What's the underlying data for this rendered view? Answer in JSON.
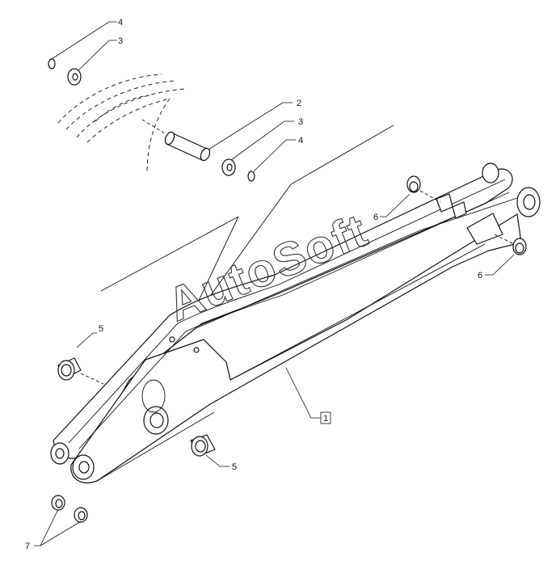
{
  "watermark": "AutoSoft",
  "callouts": {
    "c1": "1",
    "c2": "2",
    "c3a": "3",
    "c3b": "3",
    "c4a": "4",
    "c4b": "4",
    "c5a": "5",
    "c5b": "5",
    "c6a": "6",
    "c6b": "6",
    "c7": "7"
  }
}
